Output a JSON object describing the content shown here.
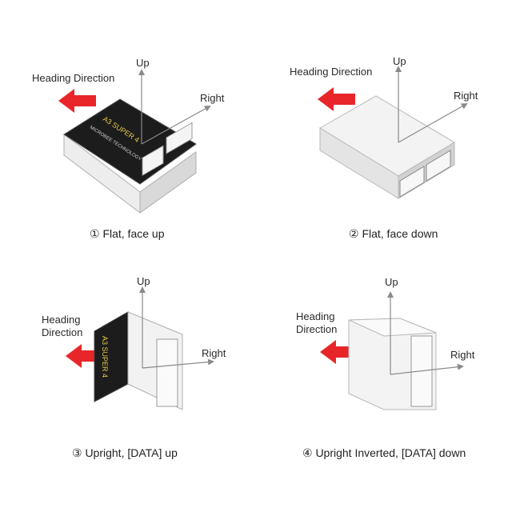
{
  "colors": {
    "heading_arrow": "#e8262a",
    "axis": "#8a8a8a",
    "board_black": "#1c1c1c",
    "case_white": "#f2f2f2",
    "case_edge": "#b8b8b8"
  },
  "panels": [
    {
      "id": "flat-face-up",
      "heading_label": "Heading Direction",
      "up_label": "Up",
      "right_label": "Right",
      "caption": "①  Flat, face up"
    },
    {
      "id": "flat-face-down",
      "heading_label": "Heading Direction",
      "up_label": "Up",
      "right_label": "Right",
      "caption": "②  Flat, face down"
    },
    {
      "id": "upright-data-up",
      "heading_label_line1": "Heading",
      "heading_label_line2": "Direction",
      "up_label": "Up",
      "right_label": "Right",
      "caption": "③  Upright, [DATA] up"
    },
    {
      "id": "upright-inverted-data-down",
      "heading_label_line1": "Heading",
      "heading_label_line2": "Direction",
      "up_label": "Up",
      "right_label": "Right",
      "caption": "④  Upright Inverted, [DATA] down"
    }
  ],
  "device": {
    "board_text": "A3 SUPER 4",
    "brand_text": "MICROBEE TECHNOLOGY"
  }
}
